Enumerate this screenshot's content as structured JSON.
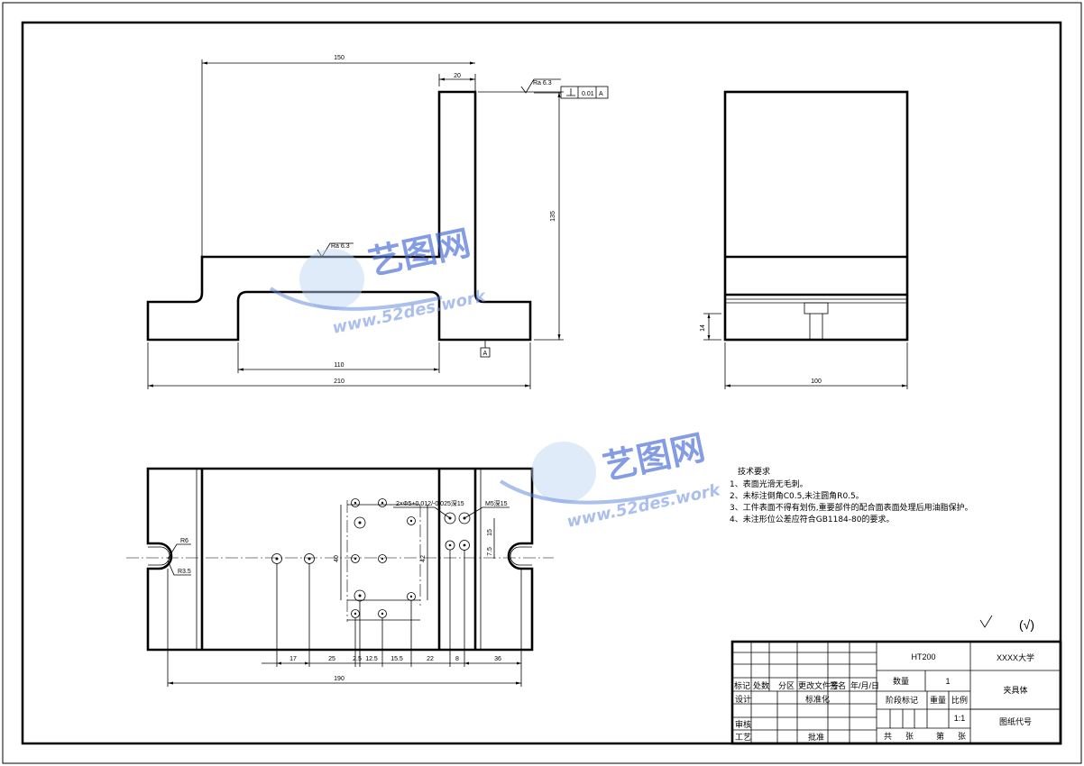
{
  "front_view": {
    "dims": {
      "top_width": "150",
      "wall_width": "20",
      "height": "135",
      "slot_width": "110",
      "overall_width": "210"
    },
    "roughness": "Ra 6.3",
    "roughness2": "Ra 6.3",
    "datum": "A",
    "tolerance": {
      "value": "0.01",
      "datum": "A"
    }
  },
  "side_view": {
    "dims": {
      "width": "100",
      "base_height": "14"
    }
  },
  "top_view": {
    "dims": {
      "r6": "R6",
      "r35": "R3.5",
      "h_17": "17",
      "h_25": "25",
      "h_25b": "2.5",
      "h_125": "12.5",
      "h_155": "15.5",
      "h_22": "22",
      "h_8": "8",
      "h_36": "36",
      "overall": "190",
      "v_40": "40",
      "v_42": "42",
      "v_15": "15",
      "v_75": "7.5"
    },
    "hole_callout": "2×Φ5+0.012/-0.025深15",
    "thread_callout": "M5深15"
  },
  "notes": {
    "title": "技术要求",
    "items": [
      "1、表面光滑无毛刺。",
      "2、未标注倒角C0.5,未注圆角R0.5。",
      "3、工件表面不得有划伤,重要部件的配合面表面处理后用油脂保护。",
      "4、未注形位公差应符合GB1184-80的要求。"
    ]
  },
  "general_roughness": "(√)",
  "title_block": {
    "material": "HT200",
    "school": "XXXX大学",
    "part_name": "夹具体",
    "drawing_no": "图纸代号",
    "quantity_label": "数量",
    "quantity_value": "1",
    "stage_label": "阶段标记",
    "weight_label": "重量",
    "scale_label": "比例",
    "scale_value": "1:1",
    "sheet_total": "共",
    "sheet_unit": "张",
    "sheet_no": "第",
    "sheet_unit2": "张",
    "rev_mark": "标记",
    "rev_count": "处数",
    "rev_zone": "分区",
    "rev_doc": "更改文件号",
    "rev_sign": "签名",
    "rev_date": "年/月/日",
    "design": "设计",
    "standard": "标准化",
    "check": "审核",
    "process": "工艺",
    "approve": "批准"
  },
  "watermark": {
    "brand": "艺图网",
    "url": "www.52des.work"
  }
}
